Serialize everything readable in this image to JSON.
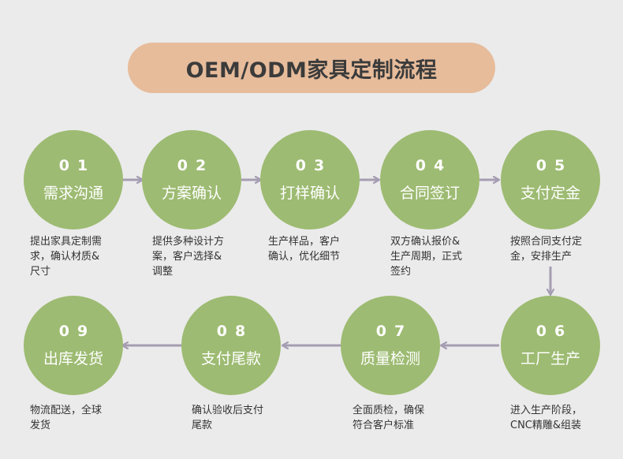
{
  "title": "OEM/ODM家具定制流程",
  "colors": {
    "background": "#ebebeb",
    "title_pill": "#e7bc9b",
    "step_circle": "#9dbb72",
    "arrow": "#a59db2"
  },
  "steps": [
    {
      "num": "01",
      "label": "需求沟通",
      "desc": "提出家具定制需\n求，确认材质&\n尺寸"
    },
    {
      "num": "02",
      "label": "方案确认",
      "desc": "提供多种设计方\n案，客户选择&\n调整"
    },
    {
      "num": "03",
      "label": "打样确认",
      "desc": "生产样品，客户\n确认，优化细节"
    },
    {
      "num": "04",
      "label": "合同签订",
      "desc": "双方确认报价&\n生产周期，正式\n签约"
    },
    {
      "num": "05",
      "label": "支付定金",
      "desc": "按照合同支付定\n金，安排生产"
    },
    {
      "num": "06",
      "label": "工厂生产",
      "desc": "进入生产阶段，\nCNC精雕&组装"
    },
    {
      "num": "07",
      "label": "质量检测",
      "desc": "全面质检，确保\n符合客户标准"
    },
    {
      "num": "08",
      "label": "支付尾款",
      "desc": "确认验收后支付\n尾款"
    },
    {
      "num": "09",
      "label": "出库发货",
      "desc": "物流配送，全球\n发货"
    }
  ]
}
